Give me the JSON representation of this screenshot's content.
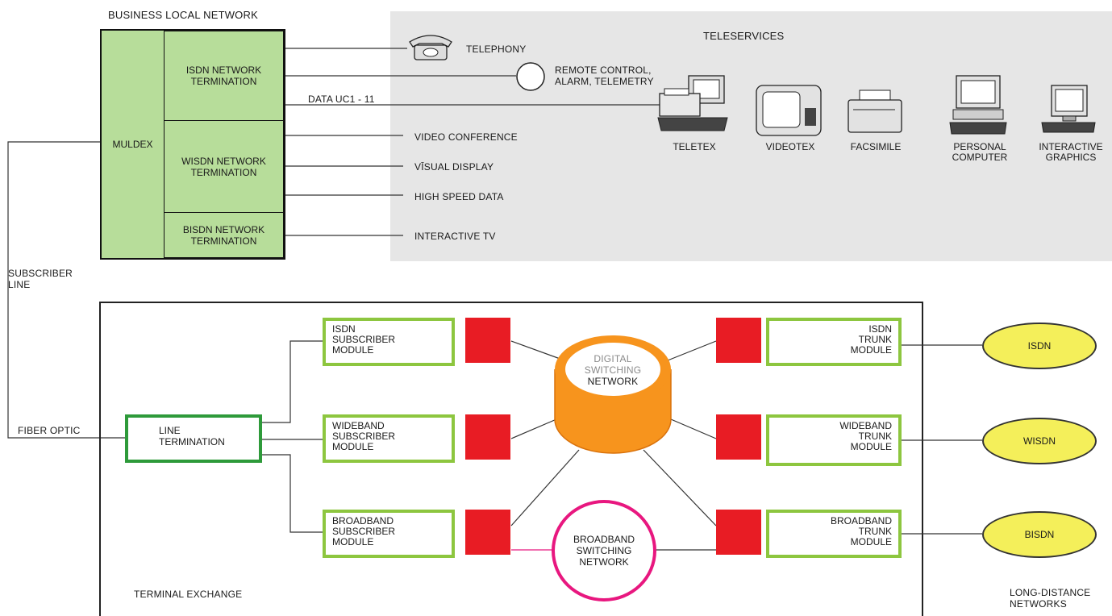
{
  "business_network": {
    "title": "BUSINESS  LOCAL NETWORK",
    "muldex": "MULDEX",
    "isdn_termination": "ISDN NETWORK\nTERMINATION",
    "wisdn_termination": "WISDN NETWORK\nTERMINATION",
    "bisdn_termination": "BISDN NETWORK\nTERMINATION"
  },
  "teleservices": {
    "title": "TELESERVICES",
    "telephony": "TELEPHONY",
    "remote_control": "REMOTE CONTROL,\nALARM, TELEMETRY",
    "data_uc": "DATA UC1 - 11",
    "video_conference": "VIDEO CONFERENCE",
    "visual_display": "VĪSUAL DISPLAY",
    "high_speed_data": "HIGH SPEED DATA",
    "interactive_tv": "INTERACTIVE TV",
    "devices": [
      {
        "label": "TELETEX",
        "icon": "teletex-terminal-icon"
      },
      {
        "label": "VIDEOTEX",
        "icon": "videotex-monitor-icon"
      },
      {
        "label": "FACSIMILE",
        "icon": "facsimile-machine-icon"
      },
      {
        "label": "PERSONAL\nCOMPUTER",
        "icon": "personal-computer-icon"
      },
      {
        "label": "INTERACTIVE\nGRAPHICS",
        "icon": "graphics-workstation-icon"
      }
    ]
  },
  "subscriber_line": "SUBSCRIBER\nLINE",
  "fiber_optic": "FIBER OPTIC",
  "terminal_exchange": {
    "title": "TERMINAL EXCHANGE",
    "line_termination": "LINE\nTERMINATION",
    "subscriber_modules": [
      "ISDN\nSUBSCRIBER\nMODULE",
      "WIDEBAND\nSUBSCRIBER\nMODULE",
      "BROADBAND\nSUBSCRIBER\nMODULE"
    ],
    "trunk_modules": [
      "ISDN\nTRUNK\nMODULE",
      "WIDEBAND\nTRUNK\nMODULE",
      "BROADBAND\nTRUNK\nMODULE"
    ],
    "digital_switching_top": "DIGITAL\nSWITCHING",
    "digital_switching_bottom": "NETWORK",
    "broadband_switching": "BROADBAND\nSWITCHING\nNETWORK"
  },
  "long_distance": {
    "title": "LONG-DISTANCE\nNETWORKS",
    "networks": [
      "ISDN",
      "WISDN",
      "BISDN"
    ]
  },
  "colors": {
    "bln_fill": "#b7dd9a",
    "module_border": "#8dc63f",
    "line_termination_border": "#2e9a3a",
    "interface_red": "#e81c24",
    "digital_switch_orange": "#f7941d",
    "broadband_switch_magenta": "#e8177f",
    "network_oval_yellow": "#f4ef5a",
    "teleservices_bg": "#e6e6e6"
  }
}
